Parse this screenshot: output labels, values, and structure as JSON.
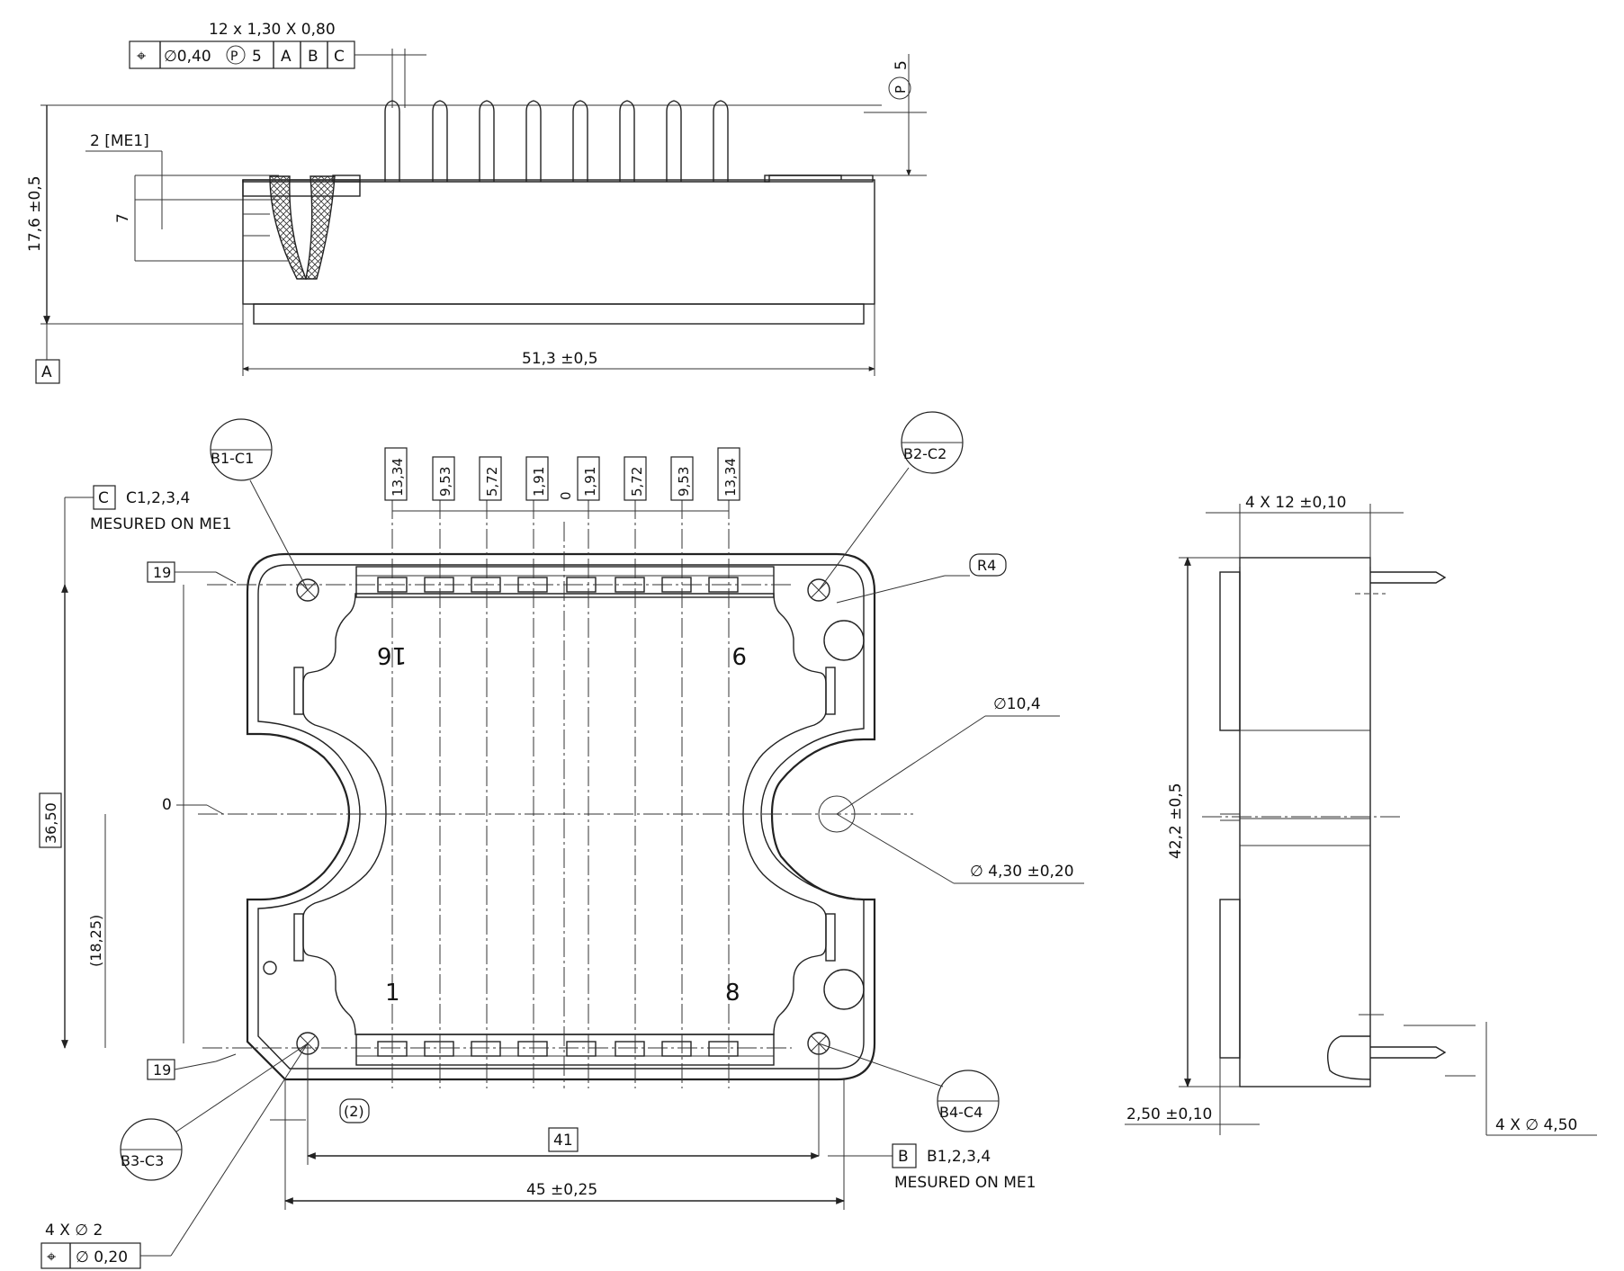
{
  "drawing": {
    "top_view": {
      "pin_callout": "12 x 1,30 X 0,80",
      "fcf_cells": [
        "⌖",
        "∅0,40",
        "P",
        "5",
        "A",
        "B",
        "C"
      ],
      "projected_label_p": "P",
      "projected_label_val": "5",
      "me1_label": "2 [ME1]",
      "dim_7": "7",
      "height_dim": "17,6 ±0,5",
      "datum_a": "A",
      "width_dim": "51,3 ±0,5"
    },
    "plan_view": {
      "bubble_b1c1": "B1-C1",
      "bubble_b2c2": "B2-C2",
      "bubble_b3c3": "B3-C3",
      "bubble_b4c4": "B4-C4",
      "datum_c": "C",
      "datum_c_targets": "C1,2,3,4",
      "datum_c_note": "MESURED ON ME1",
      "pin_offsets": [
        "13,34",
        "9,53",
        "5,72",
        "1,91",
        "0",
        "1,91",
        "5,72",
        "9,53",
        "13,34"
      ],
      "radius_label": "R4",
      "dim_19_top": "19",
      "dim_19_bottom": "19",
      "dim_3650": "36,50",
      "zero_label": "0",
      "dim_1825": "(18,25)",
      "dia_104": "∅10,4",
      "dia_430": "∅ 4,30 ±0,20",
      "pin_16": "16",
      "pin_9": "9",
      "pin_1": "1",
      "pin_8": "8",
      "dim_2": "(2)",
      "dim_41": "41",
      "datum_b": "B",
      "datum_b_targets": "B1,2,3,4",
      "datum_b_note": "MESURED ON ME1",
      "dim_45": "45 ±0,25",
      "hole_callout": "4 X ∅ 2",
      "hole_fcf": [
        "⌖",
        "∅ 0,20"
      ]
    },
    "side_view": {
      "dim_12": "4 X 12 ±0,10",
      "dim_422": "42,2 ±0,5",
      "dim_250": "2,50 ±0,10",
      "dim_450": "4 X ∅ 4,50"
    }
  }
}
